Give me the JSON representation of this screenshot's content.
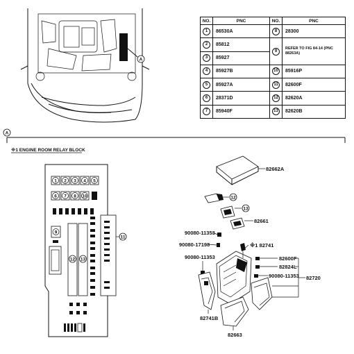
{
  "table": {
    "headers": [
      "NO.",
      "PNC",
      "NO.",
      "PNC"
    ],
    "rows": [
      {
        "no1": "1",
        "pnc1": "86530A",
        "no2": "8",
        "pnc2": "28300"
      },
      {
        "no1": "2",
        "pnc1": "85812",
        "no2": "9",
        "pnc2": "REFER TO FIG 84-14 (PNC 88263A)"
      },
      {
        "no1": "3",
        "pnc1": "85927",
        "no2": "",
        "pnc2": ""
      },
      {
        "no1": "4",
        "pnc1": "85927B",
        "no2": "10",
        "pnc2": "85916P"
      },
      {
        "no1": "5",
        "pnc1": "85927A",
        "no2": "11",
        "pnc2": "82600F"
      },
      {
        "no1": "6",
        "pnc1": "28371D",
        "no2": "12",
        "pnc2": "82620A"
      },
      {
        "no1": "7",
        "pnc1": "85940F",
        "no2": "13",
        "pnc2": "82620B"
      }
    ]
  },
  "markers": {
    "view_a_car": "A",
    "view_a_section": "A"
  },
  "section_title": "※1 ENGINE ROOM RELAY BLOCK",
  "relay_block": {
    "fuses_row1": [
      "1",
      "2",
      "3",
      "4",
      "5"
    ],
    "fuses_row2": [
      "6",
      "7",
      "8",
      "10"
    ],
    "fuse_9": "9",
    "label_12": "12",
    "label_13": "13",
    "label_11": "11"
  },
  "parts": {
    "p82662A": "82662A",
    "c12": "12",
    "c13": "13",
    "p82661": "82661",
    "p90080_11353_a": "90080-11353",
    "p90080_17198": "90080-17198",
    "p82741_star": "※1 82741",
    "p90080_11353_b": "90080-11353",
    "p82600F": "82600F",
    "p82824L": "82824L",
    "p90080_11353_c": "90080-11353",
    "p82720": "82720",
    "p82741B": "82741B",
    "p82663": "82663"
  }
}
